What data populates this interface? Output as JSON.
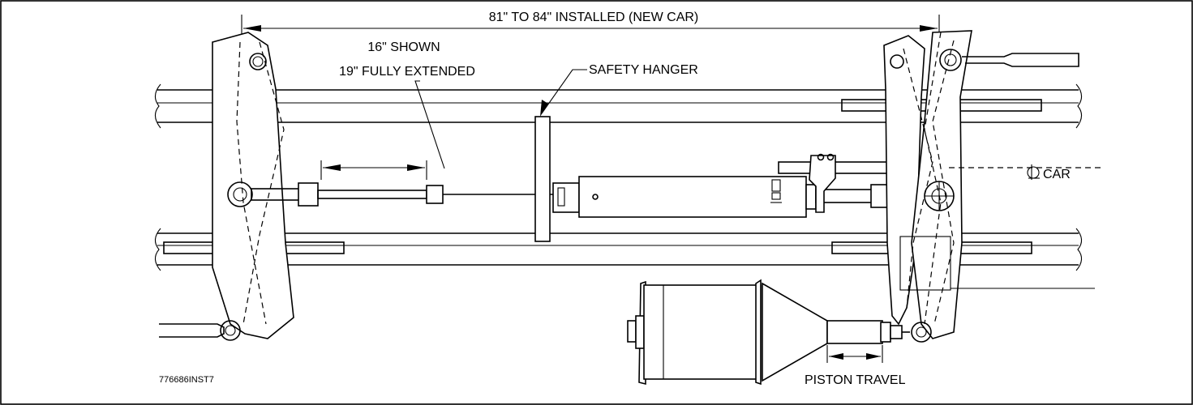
{
  "labels": {
    "installed_length": "81\" TO 84\" INSTALLED (NEW CAR)",
    "stroke_shown": "16\" SHOWN",
    "stroke_extended": "19\" FULLY EXTENDED",
    "safety_hanger": "SAFETY HANGER",
    "car_centerline": "CAR",
    "piston_travel": "PISTON TRAVEL",
    "drawing_number": "776686INST7"
  },
  "symbols": {
    "centerline": "centerline-symbol"
  }
}
